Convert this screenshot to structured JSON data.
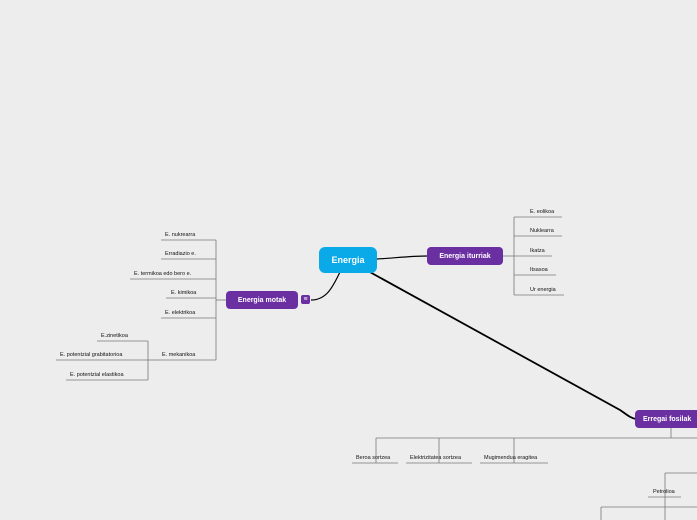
{
  "central": "Energia",
  "branches": {
    "motak": {
      "label": "Energia motak",
      "items": [
        "E. nukrearra",
        "Erradiazio e.",
        "E. termikoa edo bero e.",
        "E. kimikoa",
        "E. elektrikoa",
        "E. mekanikoa"
      ],
      "mekanikoa_children": [
        "E.zinetikoa",
        "E. potentzial grabitatorioa",
        "E. potentzial elastikoa"
      ]
    },
    "iturriak": {
      "label": "Energia iturriak",
      "items": [
        "E. eolikoa",
        "Nuklearra",
        "Ikatza",
        "Itsasoa",
        "Ur energia"
      ]
    },
    "fosilak": {
      "label": "Erregai fosilak",
      "items": [
        "Beroa sortzea",
        "Elektrizitatea sortzea",
        "Mugimendua eragitea",
        "Petrolioa"
      ]
    }
  },
  "collapse_icon": "list-icon"
}
